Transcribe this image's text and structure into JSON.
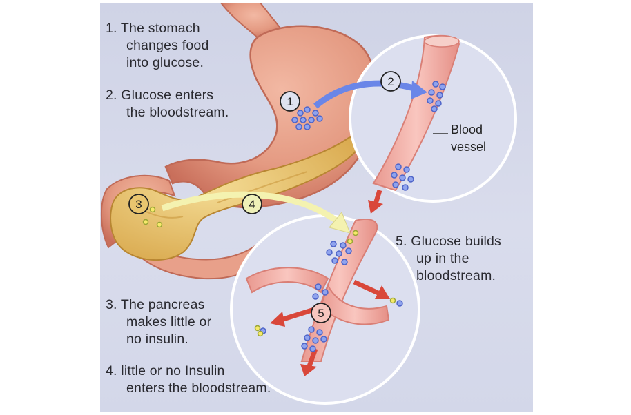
{
  "steps": [
    {
      "number": "1",
      "lines": [
        "1. The stomach",
        "changes food",
        "into glucose."
      ]
    },
    {
      "number": "2",
      "lines": [
        "2. Glucose enters",
        "the bloodstream."
      ]
    },
    {
      "number": "3",
      "lines": [
        "3. The pancreas",
        "makes little or",
        "no insulin."
      ]
    },
    {
      "number": "4",
      "lines": [
        "4. little or no Insulin",
        "enters the bloodstream."
      ]
    },
    {
      "number": "5",
      "lines": [
        "5. Glucose builds",
        "up in the",
        "bloodstream."
      ]
    }
  ],
  "labels": {
    "blood_vessel_line1": "Blood",
    "blood_vessel_line2": "vessel"
  },
  "colors": {
    "background": "#d3d7e9",
    "stomach": "#e59a85",
    "pancreas": "#e9c56f",
    "vessel": "#f2b0a9",
    "glucose": "#5b73d6",
    "insulin": "#f6e96a",
    "arrow_blue": "#6a86e8",
    "arrow_yellow": "#f4f2b0",
    "arrow_red": "#d9473a"
  }
}
